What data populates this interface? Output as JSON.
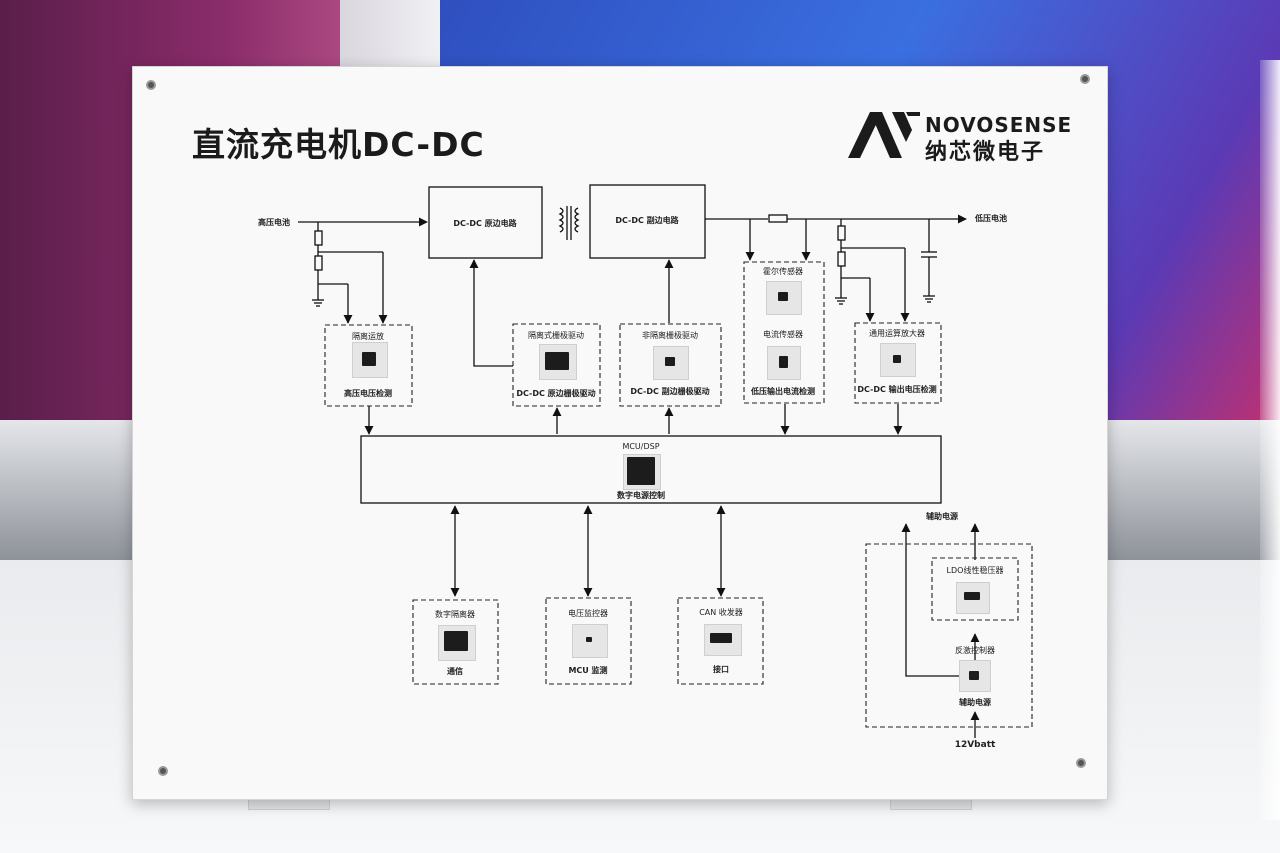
{
  "title": "直流充电机DC-DC",
  "brand": {
    "name_en": "NOVOSENSE",
    "name_cn": "纳芯微电子"
  },
  "power_stage": {
    "input": "高压电池",
    "output": "低压电池",
    "primary": "DC-DC 原边电路",
    "secondary": "DC-DC 副边电路"
  },
  "blocks": {
    "hv_detect": {
      "chip": "隔离运放",
      "function": "高压电压检测"
    },
    "iso_driver": {
      "chip": "隔离式栅极驱动",
      "function": "DC-DC 原边栅极驱动"
    },
    "noniso_driver": {
      "chip": "非隔离栅极驱动",
      "function": "DC-DC 副边栅极驱动"
    },
    "current_sense": {
      "chip_1": "霍尔传感器",
      "chip_2": "电流传感器",
      "function": "低压输出电流检测"
    },
    "out_voltage": {
      "chip": "通用运算放大器",
      "function": "DC-DC 输出电压检测"
    },
    "mcu": {
      "chip": "MCU/DSP",
      "function": "数字电源控制"
    },
    "isolator": {
      "chip": "数字隔离器",
      "function": "通信"
    },
    "supervisor": {
      "chip": "电压监控器",
      "function": "MCU 监测"
    },
    "can": {
      "chip": "CAN 收发器",
      "function": "接口"
    },
    "aux": {
      "output": "辅助电源",
      "ldo": "LDO线性稳压器",
      "flyback": "反激控制器",
      "label": "辅助电源",
      "input": "12Vbatt"
    }
  }
}
